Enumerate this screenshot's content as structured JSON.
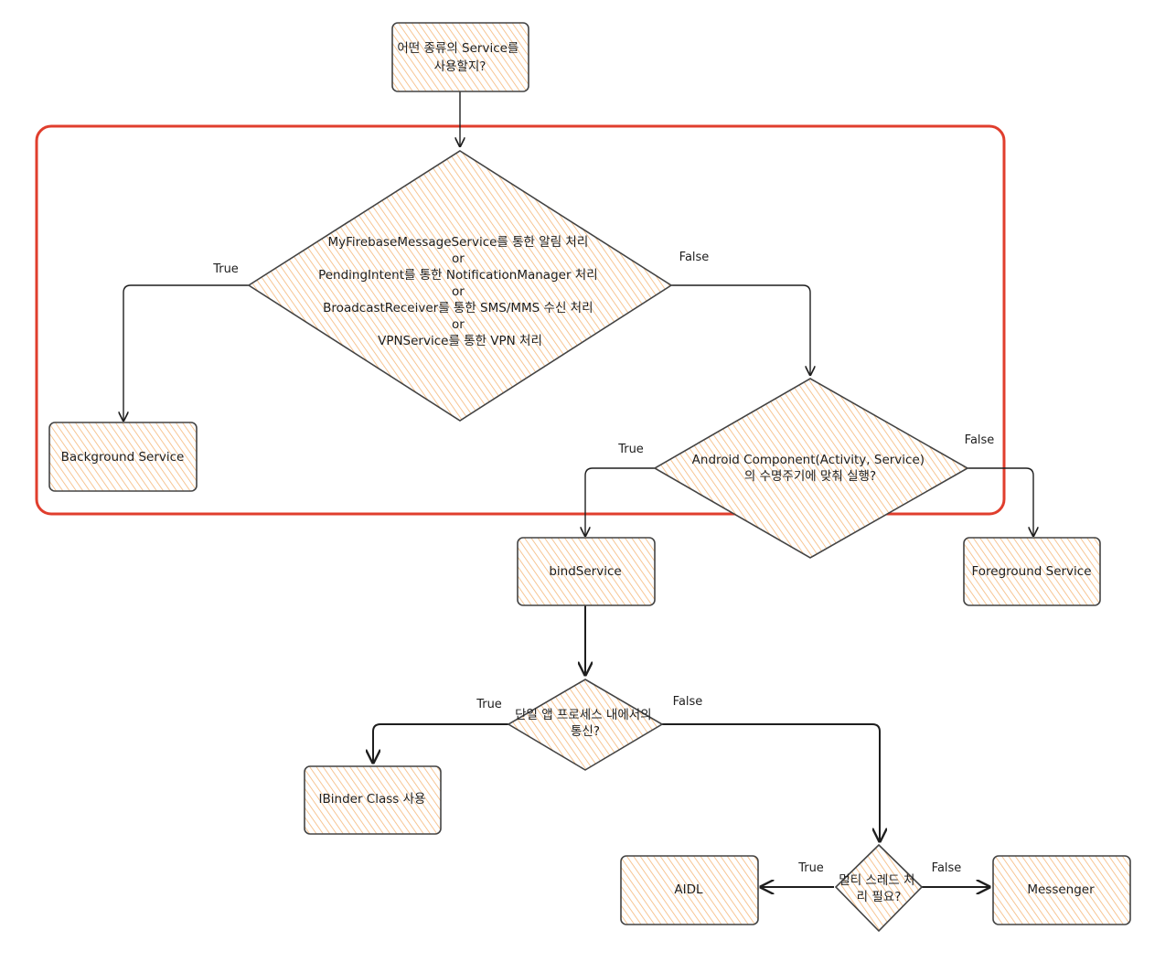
{
  "nodes": {
    "start": [
      "어떤 종류의 Service를",
      "사용할지?"
    ],
    "decision_main": [
      "MyFirebaseMessageService를 통한 알림 처리",
      "or",
      "PendingIntent를 통한 NotificationManager 처리",
      "or",
      "BroadcastReceiver를 통한 SMS/MMS 수신 처리",
      "or",
      "VPNService를 통한 VPN 처리"
    ],
    "background_service": "Background Service",
    "decision_lifecycle": [
      "Android Component(Activity, Service)",
      "의 수명주기에 맞춰 실행?"
    ],
    "bind_service": "bindService",
    "foreground_service": "Foreground Service",
    "decision_single_process": [
      "단일 앱 프로세스 내에서의",
      "통신?"
    ],
    "ibinder_class": "IBinder Class 사용",
    "decision_multithread": [
      "멀티 스레드 처",
      "리 필요?"
    ],
    "aidl": "AIDL",
    "messenger": "Messenger"
  },
  "edges": {
    "main_true": "True",
    "main_false": "False",
    "lifecycle_true": "True",
    "lifecycle_false": "False",
    "single_true": "True",
    "single_false": "False",
    "multi_true": "True",
    "multi_false": "False"
  },
  "colors": {
    "hatch": "#f5b87a",
    "stroke": "#444444",
    "highlight": "#e03e2d"
  }
}
